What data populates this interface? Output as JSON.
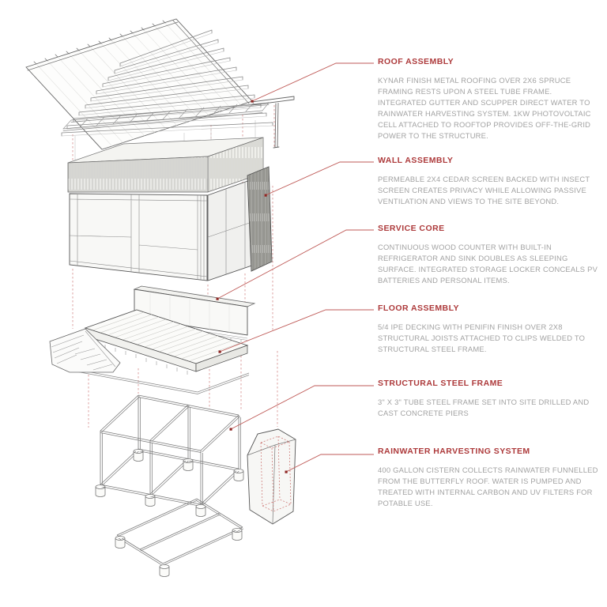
{
  "colors": {
    "heading_red": "#ad3a3b",
    "body_gray": "#a2a2a2",
    "leader_red": "#bf5a57",
    "dot_dark_red": "#8e2623",
    "dashed_projection_red": "#c0504d",
    "drawing_line_gray": "#666666",
    "background": "#ffffff"
  },
  "annotations": [
    {
      "heading": "ROOF ASSEMBLY",
      "body": "KYNAR FINISH METAL ROOFING OVER 2X6 SPRUCE\nFRAMING RESTS UPON A STEEL TUBE FRAME.\nINTEGRATED GUTTER AND SCUPPER DIRECT WATER TO\nRAINWATER HARVESTING SYSTEM.  1KW PHOTOVOLTAIC\nCELL ATTACHED TO ROOFTOP PROVIDES OFF-THE-GRID\nPOWER TO THE STRUCTURE."
    },
    {
      "heading": "WALL ASSEMBLY",
      "body": "PERMEABLE 2X4 CEDAR SCREEN BACKED WITH INSECT\nSCREEN CREATES PRIVACY WHILE ALLOWING PASSIVE\nVENTILATION AND VIEWS TO THE SITE BEYOND."
    },
    {
      "heading": "SERVICE CORE",
      "body": "CONTINUOUS WOOD COUNTER WITH BUILT-IN\nREFRIGERATOR AND SINK DOUBLES AS SLEEPING\nSURFACE.  INTEGRATED STORAGE LOCKER CONCEALS PV\nBATTERIES AND PERSONAL ITEMS."
    },
    {
      "heading": "FLOOR ASSEMBLY",
      "body": "5/4 IPE DECKING WITH PENIFIN FINISH OVER 2X8\nSTRUCTURAL JOISTS ATTACHED TO CLIPS WELDED TO\nSTRUCTURAL STEEL FRAME."
    },
    {
      "heading": "STRUCTURAL STEEL FRAME",
      "body": "3\" X 3\" TUBE STEEL FRAME SET INTO SITE DRILLED AND\nCAST CONCRETE PIERS"
    },
    {
      "heading": "RAINWATER HARVESTING SYSTEM",
      "body": "400 GALLON CISTERN COLLECTS RAINWATER FUNNELLED\nFROM THE BUTTERFLY ROOF.  WATER IS PUMPED AND\nTREATED WITH INTERNAL CARBON AND UV FILTERS FOR\nPOTABLE USE."
    }
  ]
}
